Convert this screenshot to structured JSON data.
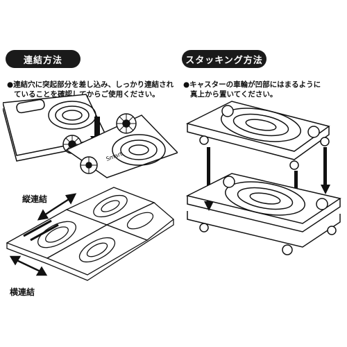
{
  "left": {
    "heading": "連結方法",
    "bullet": "●",
    "desc_line1": "連結穴に突起部分を差し込み、しっかり連結され",
    "desc_line2": "ていることを確認してからご使用ください。",
    "label_vertical": "縦連結",
    "label_horizontal": "横連結",
    "dolly_logo": "Smart"
  },
  "right": {
    "heading": "スタッキング方法",
    "bullet": "●",
    "desc_line1": "キャスターの車輪が凹部にはまるように",
    "desc_line2": "真上から置いてください。"
  },
  "colors": {
    "heading_bg": "#1a1a1a",
    "heading_text": "#ffffff",
    "line": "#111111"
  }
}
